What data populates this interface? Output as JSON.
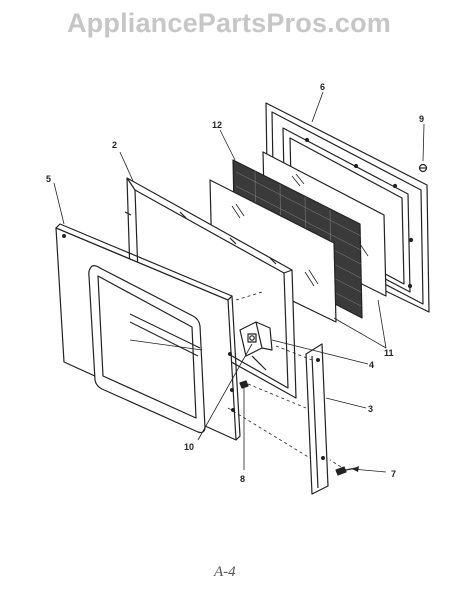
{
  "watermark": "AppliancePartsPros.com",
  "callouts": {
    "c2": "2",
    "c3": "3",
    "c4": "4",
    "c5": "5",
    "c6": "6",
    "c7": "7",
    "c8": "8",
    "c9": "9",
    "c10": "10",
    "c11": "11",
    "c12": "12"
  },
  "page_id": "A-4"
}
